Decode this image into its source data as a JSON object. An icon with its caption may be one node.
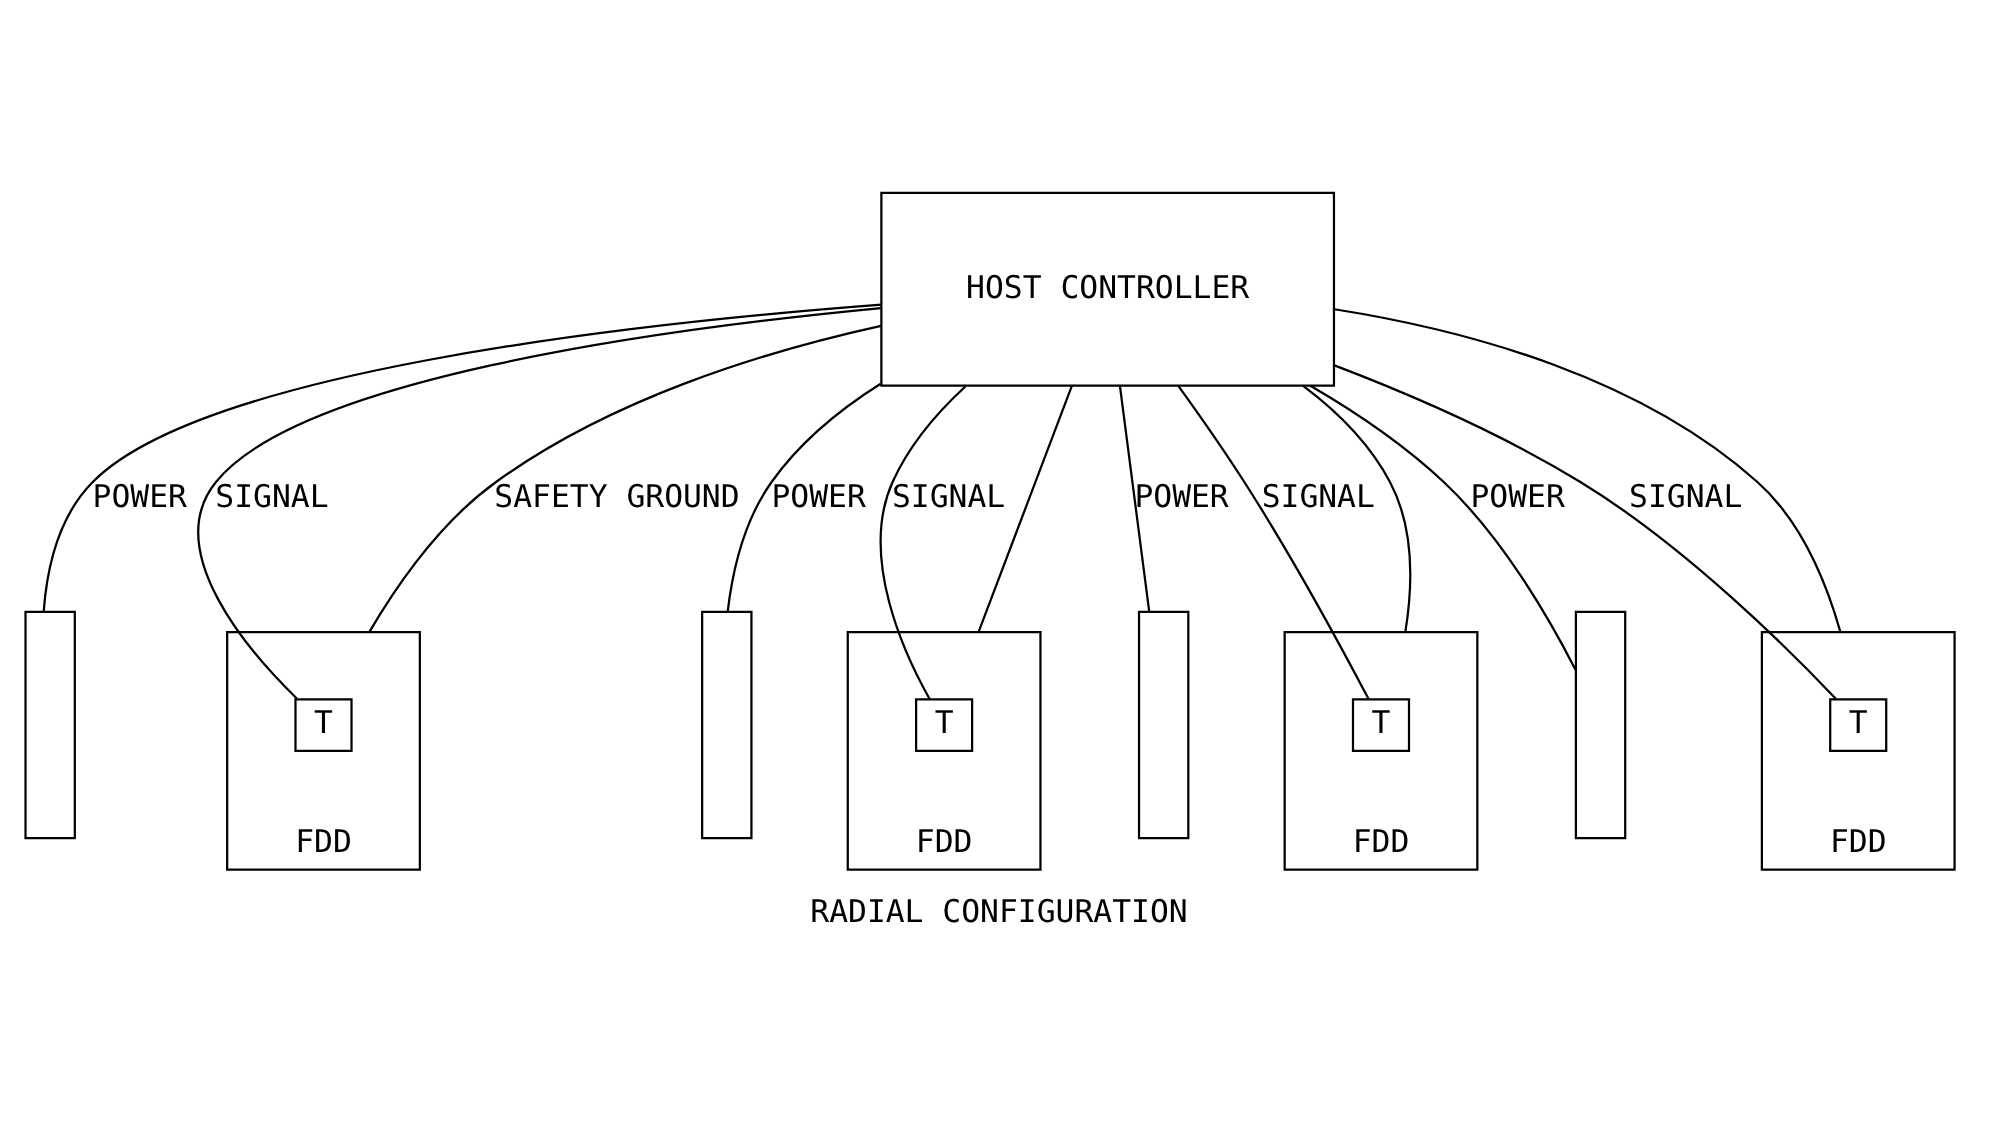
{
  "diagram": {
    "caption": "RADIAL CONFIGURATION",
    "nodes": [
      {
        "text": [
          "HOST CONTROLLER"
        ]
      },
      {
        "text": [],
        "shape": "box"
      },
      {
        "text": [
          "FDD"
        ]
      },
      {
        "text": [
          "T"
        ],
        "in": 2
      },
      {
        "text": [],
        "shape": "box"
      },
      {
        "text": [
          "FDD"
        ]
      },
      {
        "text": [
          "T"
        ],
        "in": 5
      },
      {
        "text": [],
        "shape": "box"
      },
      {
        "text": [
          "FDD"
        ]
      },
      {
        "text": [
          "T"
        ],
        "in": 8
      },
      {
        "text": [],
        "shape": "box"
      },
      {
        "text": [
          "FDD"
        ]
      },
      {
        "text": [
          "T"
        ],
        "in": 11
      }
    ],
    "edges": [
      {
        "from": 0,
        "to": 1,
        "arrow": "none",
        "label": "POWER"
      },
      {
        "from": 0,
        "to": 3,
        "arrow": "none",
        "label": "SIGNAL"
      },
      {
        "from": 0,
        "to": 4,
        "arrow": "none",
        "label": "POWER"
      },
      {
        "from": 0,
        "to": 6,
        "arrow": "none",
        "label": "SIGNAL"
      },
      {
        "from": 0,
        "to": 7,
        "arrow": "none",
        "label": "POWER"
      },
      {
        "from": 0,
        "to": 9,
        "arrow": "none",
        "label": "SIGNAL"
      },
      {
        "from": 0,
        "to": 10,
        "arrow": "none",
        "label": "POWER"
      },
      {
        "from": 0,
        "to": 12,
        "arrow": "none",
        "label": "SIGNAL"
      },
      {
        "from": 0,
        "to": 2,
        "arrow": "none",
        "label": "SAFETY GROUND"
      },
      {
        "from": 0,
        "to": 5,
        "arrow": "none"
      },
      {
        "from": 0,
        "to": 8,
        "arrow": "none"
      },
      {
        "from": 0,
        "to": 11,
        "arrow": "none"
      }
    ]
  }
}
